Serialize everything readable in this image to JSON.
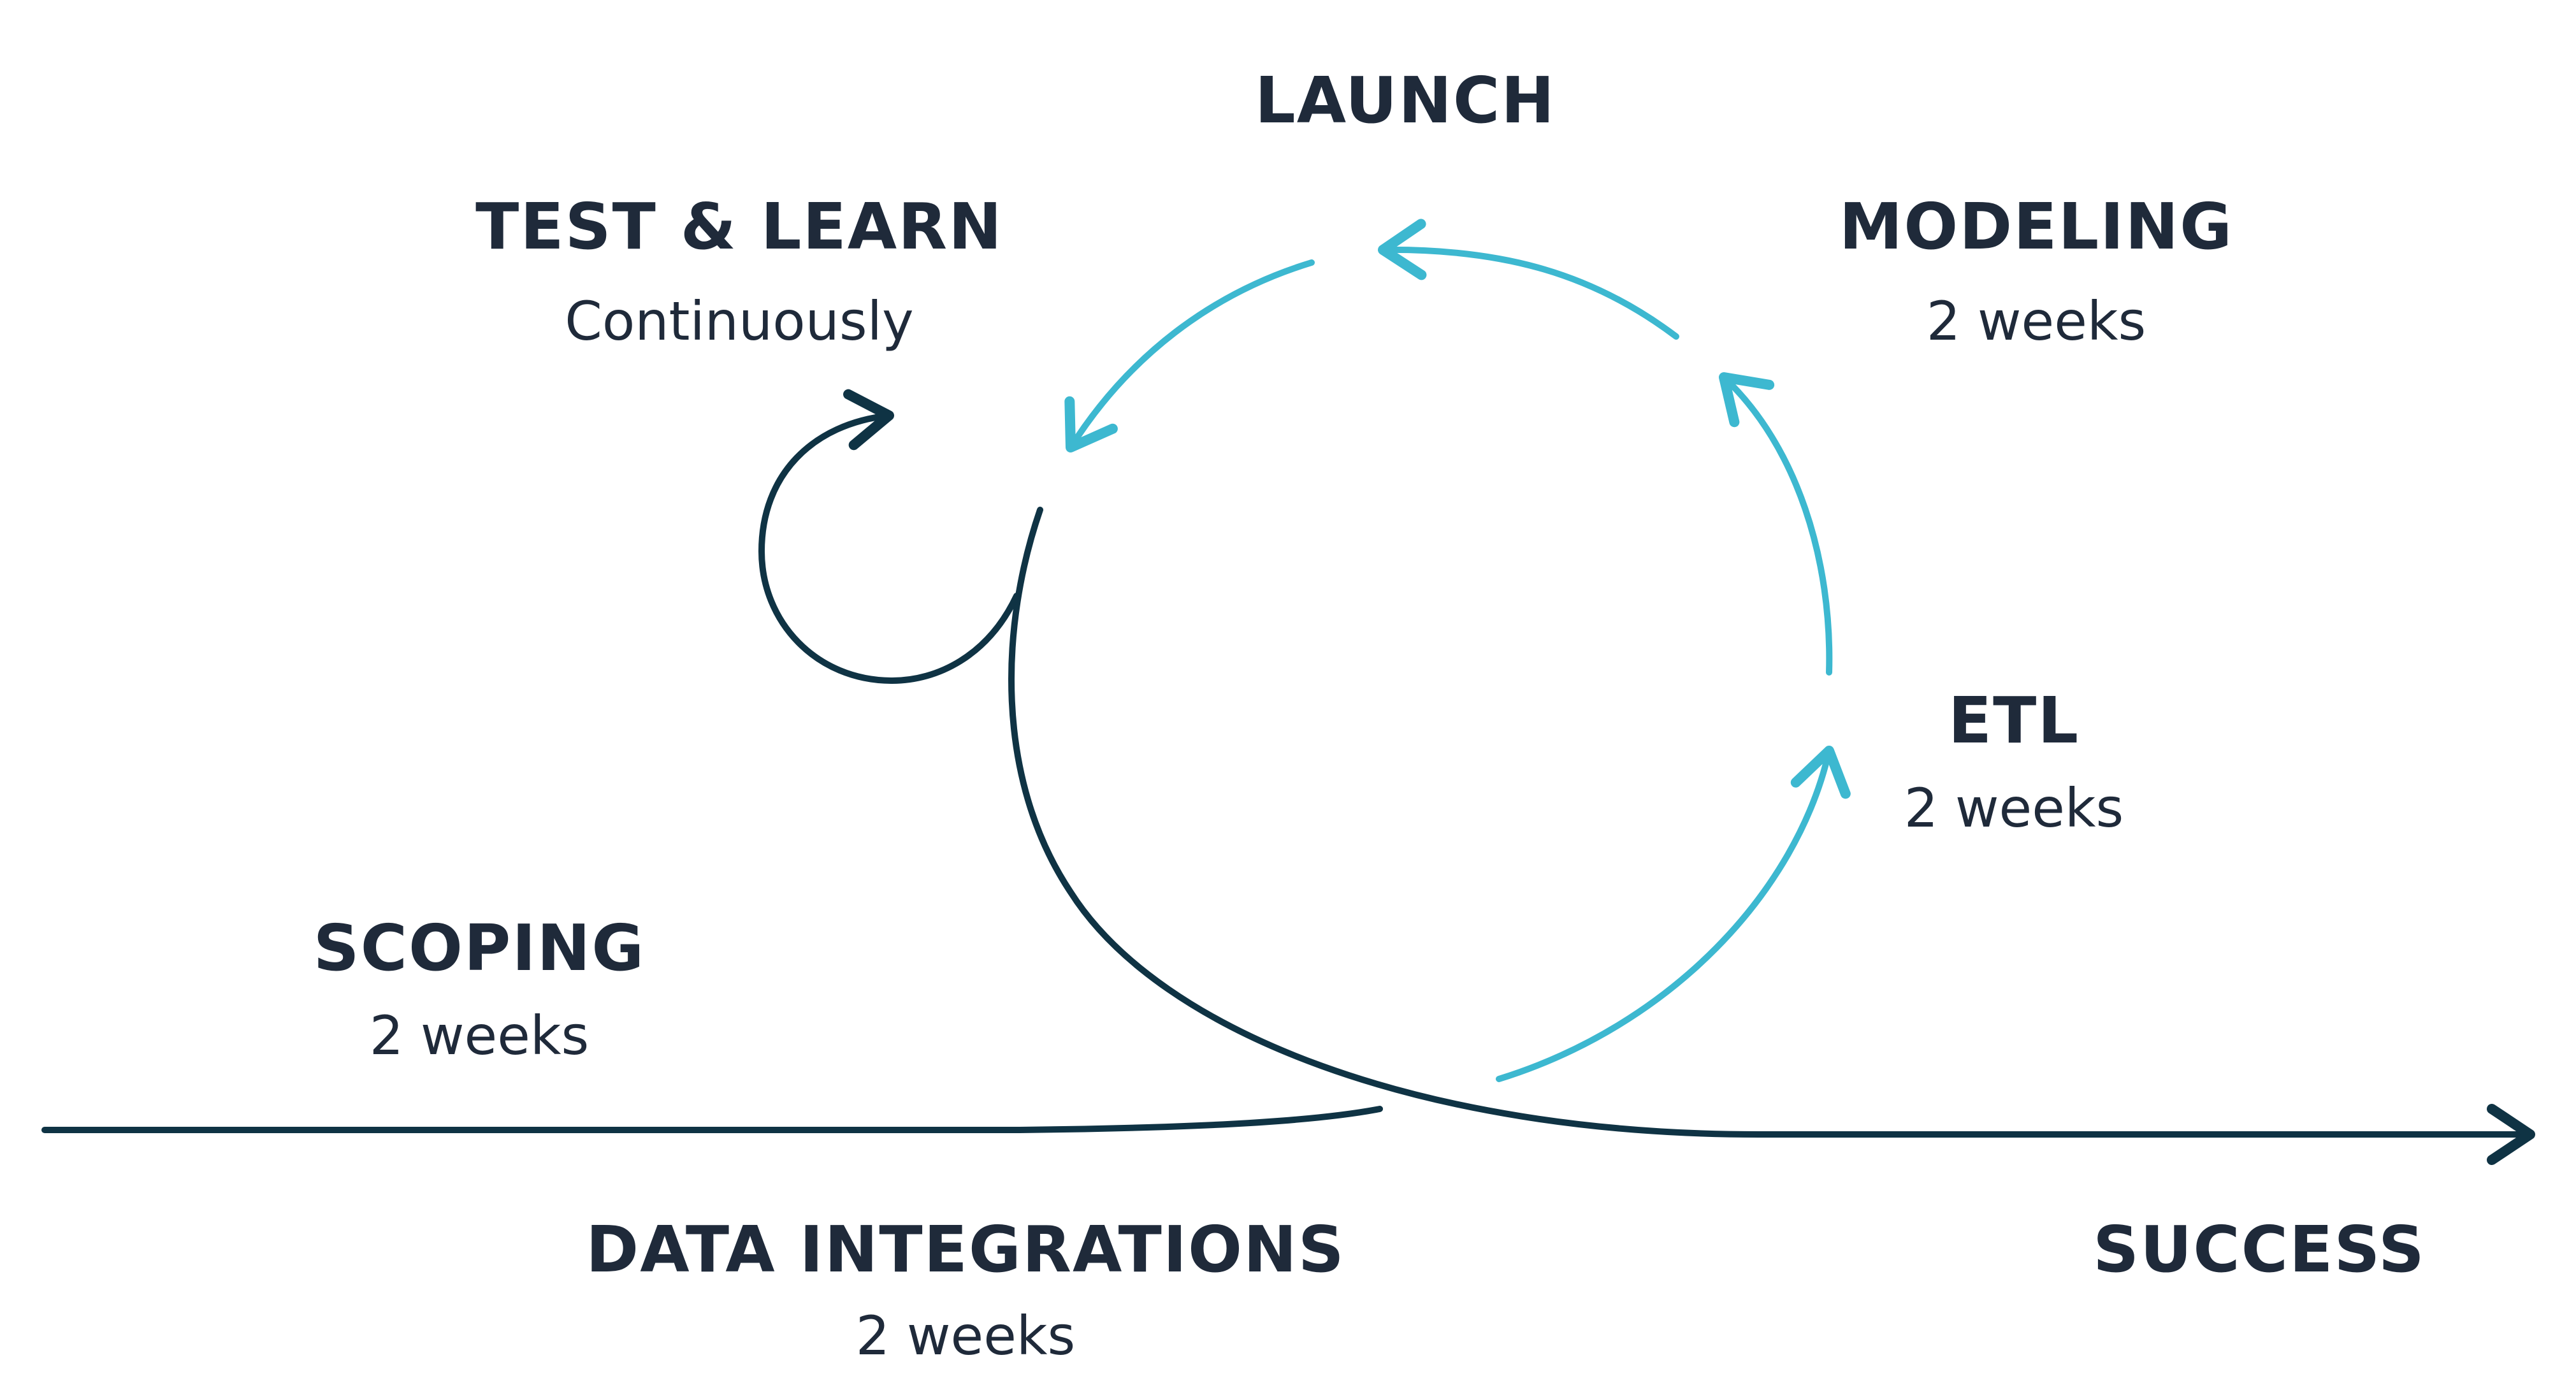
{
  "colors": {
    "dark": "#0f3344",
    "accent": "#3db8d0",
    "text": "#1f2a3a",
    "background": "#ffffff"
  },
  "stages": {
    "launch": {
      "title": "LAUNCH"
    },
    "test_learn": {
      "title": "TEST & LEARN",
      "duration": "Continuously"
    },
    "modeling": {
      "title": "MODELING",
      "duration": "2 weeks"
    },
    "etl": {
      "title": "ETL",
      "duration": "2 weeks"
    },
    "scoping": {
      "title": "SCOPING",
      "duration": "2 weeks"
    },
    "data_integrations": {
      "title": "DATA INTEGRATIONS",
      "duration": "2 weeks"
    },
    "success": {
      "title": "SUCCESS"
    }
  }
}
